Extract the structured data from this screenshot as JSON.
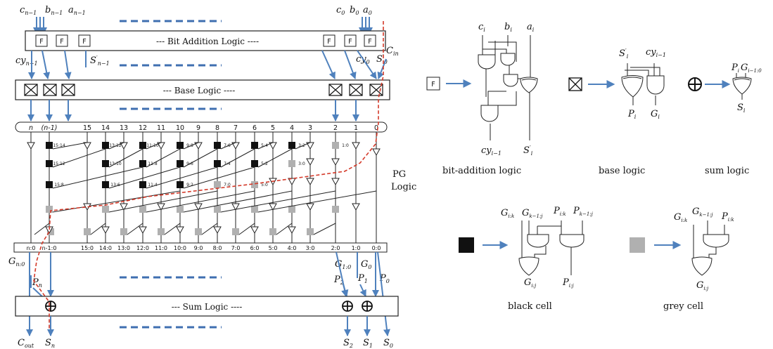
{
  "top_inputs": {
    "cn1": "c",
    "cn1_sub": "n−1",
    "bn1": "b",
    "bn1_sub": "n−1",
    "an1": "a",
    "an1_sub": "n−1",
    "c0": "c",
    "c0_sub": "0",
    "b0": "b",
    "b0_sub": "0",
    "a0": "a",
    "a0_sub": "0"
  },
  "bit_addition": {
    "title": "--- Bit Addition Logic ----",
    "cell": "F"
  },
  "mid_labels": {
    "cy": "cy",
    "cy_sub": "n−1",
    "s": "S",
    "s_sup": "′",
    "s_sub": "n−1",
    "cy0": "cy",
    "cy0_sub": "0",
    "s0": "S",
    "s0_sup": "′",
    "s0_sub": "0",
    "cin": "C",
    "cin_sub": "in"
  },
  "base_logic": {
    "title": "--- Base Logic ----"
  },
  "bit_index_labels": [
    "n",
    "(n-1)",
    "15",
    "14",
    "13",
    "12",
    "11",
    "10",
    "9",
    "8",
    "7",
    "6",
    "5",
    "4",
    "3",
    "2",
    "1",
    "0"
  ],
  "pg_label": [
    "PG",
    "Logic"
  ],
  "black_row1": [
    "15:14",
    "13:12",
    "11:10",
    "9:8",
    "7:6",
    "5:4",
    "3:2",
    "1:0"
  ],
  "black_row2": [
    "15:12",
    "13:10",
    "11:8",
    "9:6",
    "7:4",
    "5:2",
    "3:0"
  ],
  "black_row3": [
    "15:8",
    "13:6",
    "11:4",
    "9:2",
    "7:0",
    "5:0"
  ],
  "output_labels": [
    "n:0",
    "n-1:0",
    "15:0",
    "14:0",
    "13:0",
    "12:0",
    "11:0",
    "10:0",
    "9:0",
    "8:0",
    "7:0",
    "6:0",
    "5:0",
    "4:0",
    "3:0",
    "2:0",
    "1:0",
    "0:0"
  ],
  "bottom_labels": {
    "gn0": "G",
    "gn0_sub": "n:0",
    "pn": "P",
    "pn_sub": "n",
    "g10": "G",
    "g10_sub": "1:0",
    "g0": "G",
    "g0_sub": "0",
    "p2": "P",
    "p2_sub": "2",
    "p1": "P",
    "p1_sub": "1",
    "p0": "P",
    "p0_sub": "0"
  },
  "sum_logic": {
    "title": "--- Sum Logic ----"
  },
  "bottom_outputs": {
    "cout": "C",
    "cout_sub": "out",
    "sn": "S",
    "sn_sub": "n",
    "s2": "S",
    "s2_sub": "2",
    "s1": "S",
    "s1_sub": "1",
    "s0": "S",
    "s0_sub": "0"
  },
  "legend": {
    "bit_add": {
      "cell": "F",
      "inputs": [
        "c",
        "b",
        "a"
      ],
      "input_sub": "i",
      "out_cy": "cy",
      "out_cy_sub": "i−1",
      "out_s": "S",
      "out_s_sup": "′",
      "out_s_sub": "i",
      "caption": "bit-addition logic"
    },
    "base": {
      "in_s": "S",
      "in_s_sup": "′",
      "in_s_sub": "i",
      "in_cy": "cy",
      "in_cy_sub": "i−1",
      "out_p": "P",
      "out_p_sub": "i",
      "out_g": "G",
      "out_g_sub": "i",
      "caption": "base logic"
    },
    "sum": {
      "in_p": "P",
      "in_p_sub": "i",
      "in_g": "G",
      "in_g_sub": "i−1:0",
      "out_s": "S",
      "out_s_sub": "i",
      "caption": "sum logic"
    },
    "black": {
      "g_ik": "G",
      "g_ik_sub": "i:k",
      "g_k1j": "G",
      "g_k1j_sub": "k−1:j",
      "p_ik": "P",
      "p_ik_sub": "i:k",
      "p_k1j": "P",
      "p_k1j_sub": "k−1:j",
      "g_ij": "G",
      "g_ij_sub": "i:j",
      "p_ij": "P",
      "p_ij_sub": "i:j",
      "caption": "black cell"
    },
    "grey": {
      "g_ik": "G",
      "g_ik_sub": "i:k",
      "g_k1j": "G",
      "g_k1j_sub": "k−1:j",
      "p_ik": "P",
      "p_ik_sub": "i:k",
      "g_ij": "G",
      "g_ij_sub": "i:j",
      "caption": "grey cell"
    }
  },
  "colors": {
    "arrow": "#4f81bd",
    "dash": "#3f6fb0",
    "red_path": "#d43a2a",
    "black_cell": "#111111",
    "grey_cell": "#b0b0b0"
  }
}
